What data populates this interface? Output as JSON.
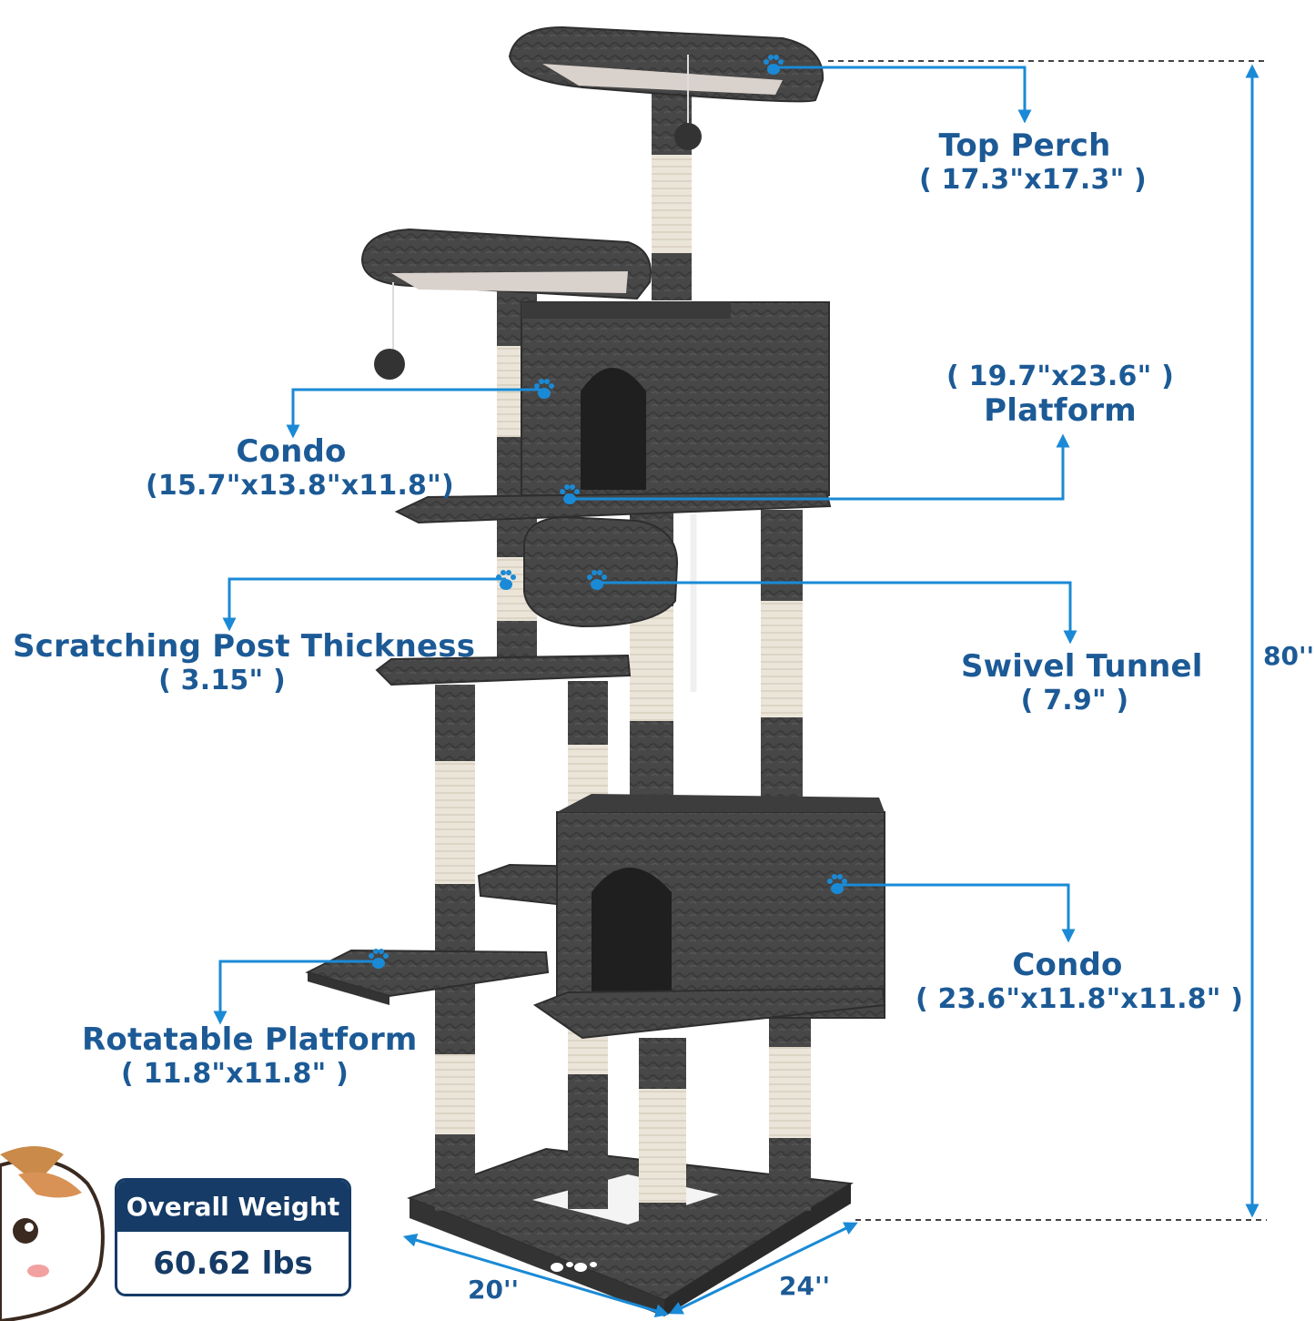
{
  "colors": {
    "accent": "#1a8ad6",
    "label": "#1c5a96",
    "plush": "#474747",
    "plush_dark": "#2e2e2e",
    "sisal": "#e9e3d6",
    "perch_inner": "#d9d1cc",
    "badge": "#153b66"
  },
  "icons": {
    "paw": "paw-icon",
    "cat": "cat-mascot-icon"
  },
  "labels": {
    "top_perch": {
      "title": "Top Perch",
      "dims": "( 17.3\"x17.3\" )"
    },
    "platform": {
      "dims": "( 19.7\"x23.6\" )",
      "title": "Platform"
    },
    "condo_upper": {
      "title": "Condo",
      "dims": "(15.7\"x13.8\"x11.8\")"
    },
    "scratching_post": {
      "title": "Scratching Post Thickness",
      "dims": "( 3.15\" )"
    },
    "swivel_tunnel": {
      "title": "Swivel Tunnel",
      "dims": "(  7.9\"  )"
    },
    "condo_lower": {
      "title": "Condo",
      "dims": "( 23.6\"x11.8\"x11.8\" )"
    },
    "rotatable_platform": {
      "title": "Rotatable Platform",
      "dims": "( 11.8\"x11.8\" )"
    }
  },
  "dimensions": {
    "height": "80''",
    "width": "20''",
    "depth": "24''"
  },
  "weight": {
    "title": "Overall Weight",
    "value": "60.62 lbs"
  }
}
